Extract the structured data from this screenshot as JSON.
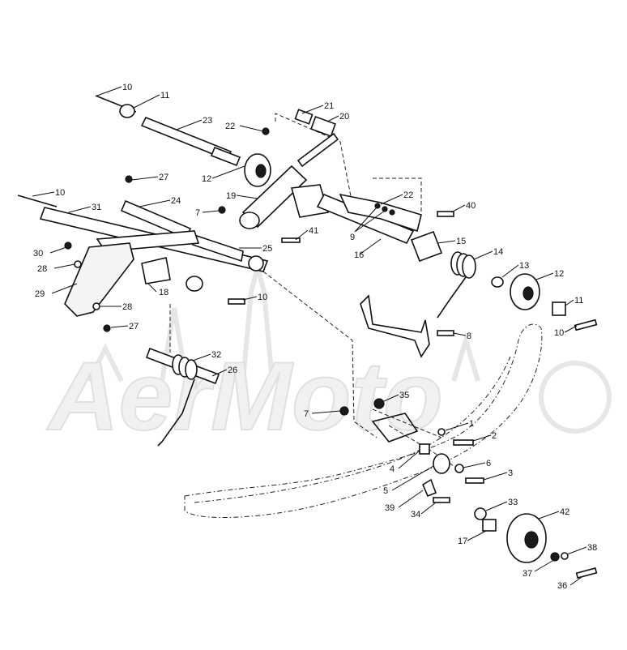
{
  "watermark": {
    "text": "AerMoto"
  },
  "callouts": [
    {
      "id": "c10a",
      "text": "10"
    },
    {
      "id": "c11a",
      "text": "11"
    },
    {
      "id": "c21",
      "text": "21"
    },
    {
      "id": "c20",
      "text": "20"
    },
    {
      "id": "c23",
      "text": "23"
    },
    {
      "id": "c22a",
      "text": "22"
    },
    {
      "id": "c12a",
      "text": "12"
    },
    {
      "id": "c27a",
      "text": "27"
    },
    {
      "id": "c24",
      "text": "24"
    },
    {
      "id": "c19",
      "text": "19"
    },
    {
      "id": "c10b",
      "text": "10"
    },
    {
      "id": "c31",
      "text": "31"
    },
    {
      "id": "c7a",
      "text": "7"
    },
    {
      "id": "c22b",
      "text": "22"
    },
    {
      "id": "c40",
      "text": "40"
    },
    {
      "id": "c9",
      "text": "9"
    },
    {
      "id": "c41",
      "text": "41"
    },
    {
      "id": "c25",
      "text": "25"
    },
    {
      "id": "c16",
      "text": "16"
    },
    {
      "id": "c15",
      "text": "15"
    },
    {
      "id": "c14",
      "text": "14"
    },
    {
      "id": "c30",
      "text": "30"
    },
    {
      "id": "c28a",
      "text": "28"
    },
    {
      "id": "c29",
      "text": "29"
    },
    {
      "id": "c18",
      "text": "18"
    },
    {
      "id": "c10c",
      "text": "10"
    },
    {
      "id": "c13",
      "text": "13"
    },
    {
      "id": "c12b",
      "text": "12"
    },
    {
      "id": "c11b",
      "text": "11"
    },
    {
      "id": "c28b",
      "text": "28"
    },
    {
      "id": "c27b",
      "text": "27"
    },
    {
      "id": "c10d",
      "text": "10"
    },
    {
      "id": "c8",
      "text": "8"
    },
    {
      "id": "c32",
      "text": "32"
    },
    {
      "id": "c26",
      "text": "26"
    },
    {
      "id": "c35",
      "text": "35"
    },
    {
      "id": "c7b",
      "text": "7"
    },
    {
      "id": "c1",
      "text": "1"
    },
    {
      "id": "c2",
      "text": "2"
    },
    {
      "id": "c4",
      "text": "4"
    },
    {
      "id": "c6",
      "text": "6"
    },
    {
      "id": "c3",
      "text": "3"
    },
    {
      "id": "c5",
      "text": "5"
    },
    {
      "id": "c33",
      "text": "33"
    },
    {
      "id": "c39",
      "text": "39"
    },
    {
      "id": "c34",
      "text": "34"
    },
    {
      "id": "c42",
      "text": "42"
    },
    {
      "id": "c17",
      "text": "17"
    },
    {
      "id": "c38",
      "text": "38"
    },
    {
      "id": "c37",
      "text": "37"
    },
    {
      "id": "c36",
      "text": "36"
    }
  ]
}
